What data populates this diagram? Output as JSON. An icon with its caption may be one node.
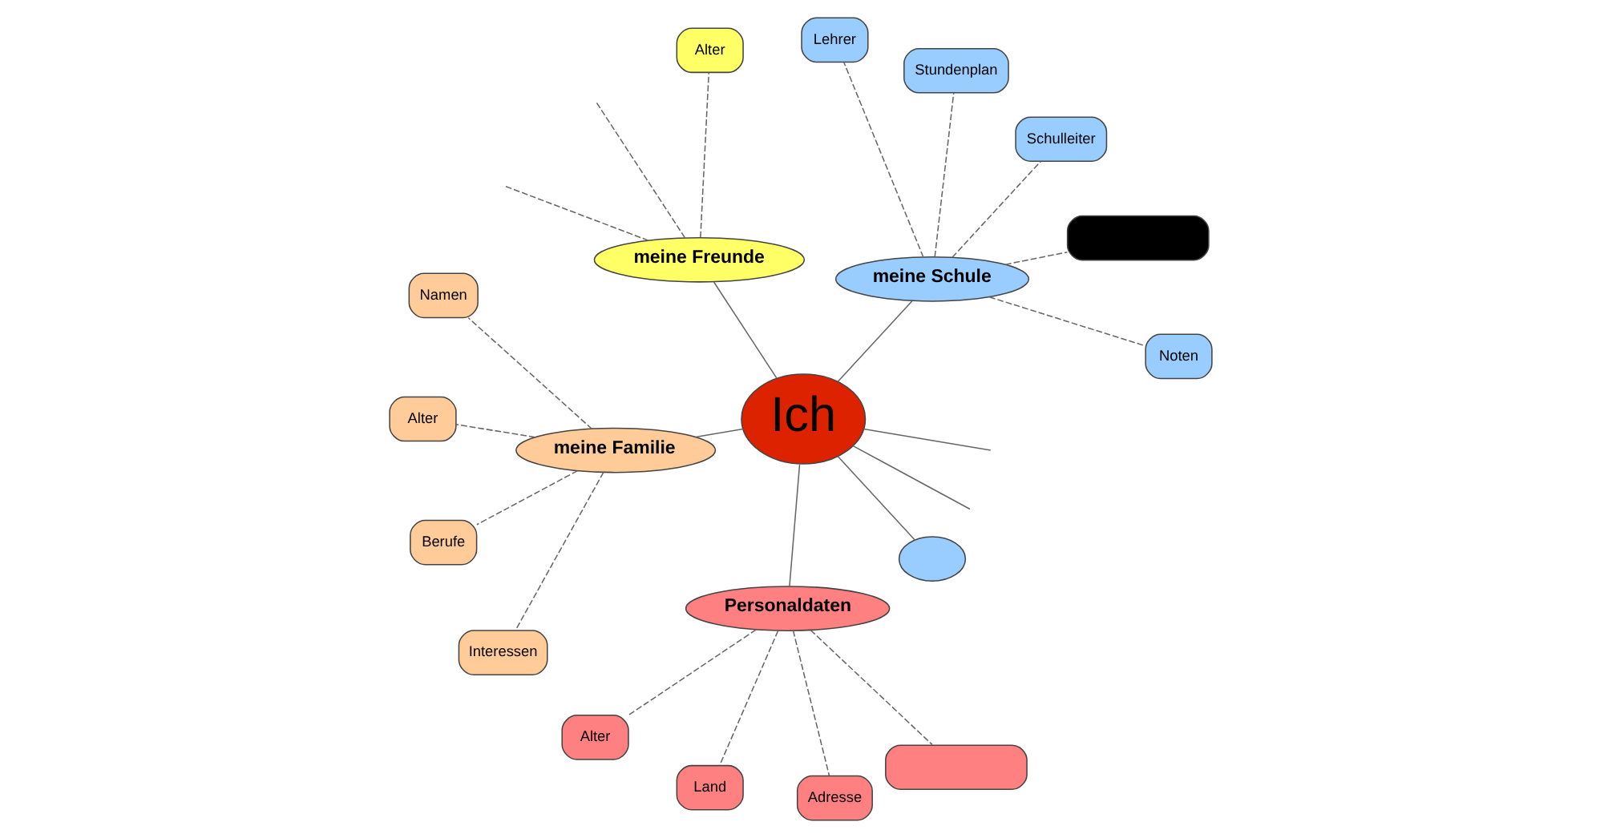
{
  "diagram": {
    "nodes": [
      {
        "text": [
          "Ich"
        ]
      },
      {
        "text": [
          "meine Schule"
        ]
      },
      {
        "text": [
          "Noten"
        ]
      },
      {
        "text": [],
        "shape": "box"
      },
      {
        "text": [
          "Schulleiter"
        ]
      },
      {
        "text": [
          "Stundenplan"
        ]
      },
      {
        "text": [
          "Lehrer"
        ]
      },
      {
        "text": [
          "meine Freunde"
        ]
      },
      {
        "text": [
          "Alter"
        ]
      },
      {
        "text": [
          "meine Familie"
        ]
      },
      {
        "text": [
          "Namen"
        ]
      },
      {
        "text": [
          "Alter"
        ]
      },
      {
        "text": [
          "Berufe"
        ]
      },
      {
        "text": [
          "Interessen"
        ]
      },
      {
        "text": [
          "Personaldaten"
        ]
      },
      {
        "text": [
          "Alter"
        ]
      },
      {
        "text": [
          "Land"
        ]
      },
      {
        "text": [
          "Adresse"
        ]
      },
      {
        "text": [],
        "shape": "box"
      },
      {
        "text": [],
        "shape": "ellipse"
      }
    ],
    "edges": [
      {
        "from": 0,
        "to": 1,
        "arrow": "none"
      },
      {
        "from": 1,
        "to": 2,
        "arrow": "none",
        "style": "dashed"
      },
      {
        "from": 1,
        "to": 3,
        "arrow": "none",
        "style": "dashed"
      },
      {
        "from": 1,
        "to": 4,
        "arrow": "none",
        "style": "dashed"
      },
      {
        "from": 1,
        "to": 5,
        "arrow": "none",
        "style": "dashed"
      },
      {
        "from": 1,
        "to": 6,
        "arrow": "none",
        "style": "dashed"
      },
      {
        "from": 0,
        "to": 7,
        "arrow": "none"
      },
      {
        "from": 7,
        "to": null,
        "arrow": "none",
        "style": "dashed"
      },
      {
        "from": 7,
        "to": null,
        "arrow": "none",
        "style": "dashed"
      },
      {
        "from": 7,
        "to": 8,
        "arrow": "none",
        "style": "dashed"
      },
      {
        "from": 0,
        "to": 9,
        "arrow": "none"
      },
      {
        "from": 9,
        "to": 10,
        "arrow": "none",
        "style": "dashed"
      },
      {
        "from": 9,
        "to": 11,
        "arrow": "none",
        "style": "dashed"
      },
      {
        "from": 9,
        "to": 12,
        "arrow": "none",
        "style": "dashed"
      },
      {
        "from": 9,
        "to": 13,
        "arrow": "none",
        "style": "dashed"
      },
      {
        "from": 0,
        "to": 14,
        "arrow": "none"
      },
      {
        "from": 14,
        "to": 15,
        "arrow": "none",
        "style": "dashed"
      },
      {
        "from": 14,
        "to": 16,
        "arrow": "none",
        "style": "dashed"
      },
      {
        "from": 14,
        "to": 17,
        "arrow": "none",
        "style": "dashed"
      },
      {
        "from": 14,
        "to": 18,
        "arrow": "none",
        "style": "dashed"
      },
      {
        "from": 0,
        "to": null,
        "arrow": "none"
      },
      {
        "from": 0,
        "to": null,
        "arrow": "none"
      },
      {
        "from": 0,
        "to": 19,
        "arrow": "none"
      }
    ]
  }
}
